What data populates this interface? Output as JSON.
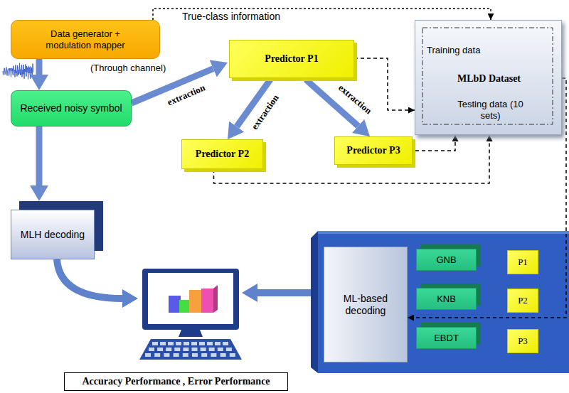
{
  "diagram": {
    "nodes": [
      {
        "text": [
          "Data generator + modulation mapper"
        ]
      },
      {
        "text": [
          "Predictor P1"
        ]
      },
      {
        "text": [
          "Training data",
          "MLbD Dataset",
          "Testing data (10 sets)"
        ]
      },
      {
        "text": [
          "Received noisy symbol"
        ]
      },
      {
        "text": [
          "Predictor P2"
        ]
      },
      {
        "text": [
          "Predictor P3"
        ]
      },
      {
        "text": [
          "MLH decoding"
        ]
      },
      {
        "text": [
          "ML-based decoding"
        ]
      },
      {
        "text": [
          "GNB"
        ]
      },
      {
        "text": [
          "P1"
        ]
      },
      {
        "text": [
          "KNB"
        ]
      },
      {
        "text": [
          "P2"
        ]
      },
      {
        "text": [
          "EBDT"
        ]
      },
      {
        "text": [
          "P3"
        ]
      },
      {
        "text": [
          "Accuracy Performance , Error Performance"
        ]
      }
    ],
    "edges": [
      {
        "from": 0,
        "to": 3,
        "arrow": "to"
      },
      {
        "from": 0,
        "to": 2,
        "label": "True-class information",
        "arrow": "to"
      },
      {
        "from": 3,
        "to": 1,
        "label": "extraction",
        "arrow": "to"
      },
      {
        "from": 1,
        "to": 4,
        "label": "extraction",
        "arrow": "to"
      },
      {
        "from": 1,
        "to": 5,
        "label": "extraction",
        "arrow": "to"
      },
      {
        "from": 1,
        "to": 2,
        "arrow": "to"
      },
      {
        "from": 5,
        "to": 2,
        "arrow": "to"
      },
      {
        "from": 4,
        "to": 2,
        "arrow": "to"
      },
      {
        "from": 2,
        "to": 7,
        "arrow": "to"
      },
      {
        "from": 3,
        "to": 6,
        "arrow": "to"
      }
    ],
    "labels": [
      "(Through channel)"
    ]
  }
}
